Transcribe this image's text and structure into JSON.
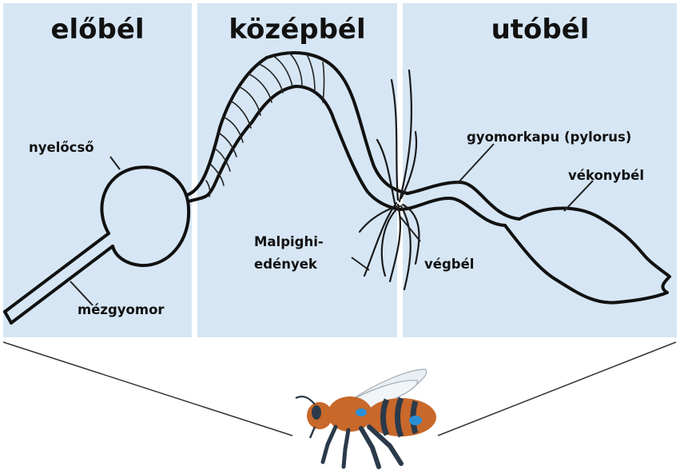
{
  "sections": {
    "foregut": "előbél",
    "midgut": "középbél",
    "hindgut": "utóbél"
  },
  "labels": {
    "esophagus": "nyelőcső",
    "honey_stomach": "mézgyomor",
    "pylorus": "gyomorkapu (pylorus)",
    "small_intestine": "vékonybél",
    "malpighian_line1": "Malpighi-",
    "malpighian_line2": "edények",
    "rectum": "végbél"
  },
  "colors": {
    "panel": "#d6e6f4",
    "outline": "#111111",
    "bee_body": "#c8682a",
    "bee_dark": "#2b3a4a",
    "bee_accent": "#2b8fd6"
  }
}
